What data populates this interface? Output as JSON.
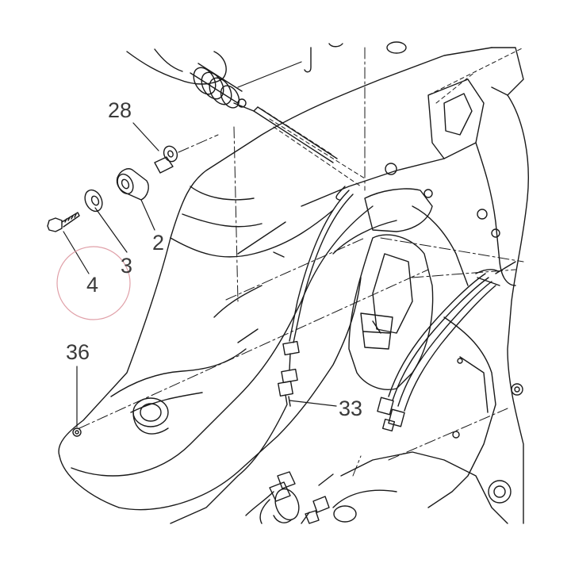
{
  "diagram": {
    "callouts": [
      {
        "id": "c28",
        "label": "28"
      },
      {
        "id": "c2",
        "label": "2"
      },
      {
        "id": "c3",
        "label": "3"
      },
      {
        "id": "c4",
        "label": "4"
      },
      {
        "id": "c36",
        "label": "36"
      },
      {
        "id": "c33",
        "label": "33"
      }
    ],
    "highlight": {
      "target_label": "4",
      "color": "#e0a0a8"
    },
    "colors": {
      "line": "#1a1a1a",
      "frame_fill": "#ffffff",
      "callout_text": "#3a3a3a"
    }
  }
}
